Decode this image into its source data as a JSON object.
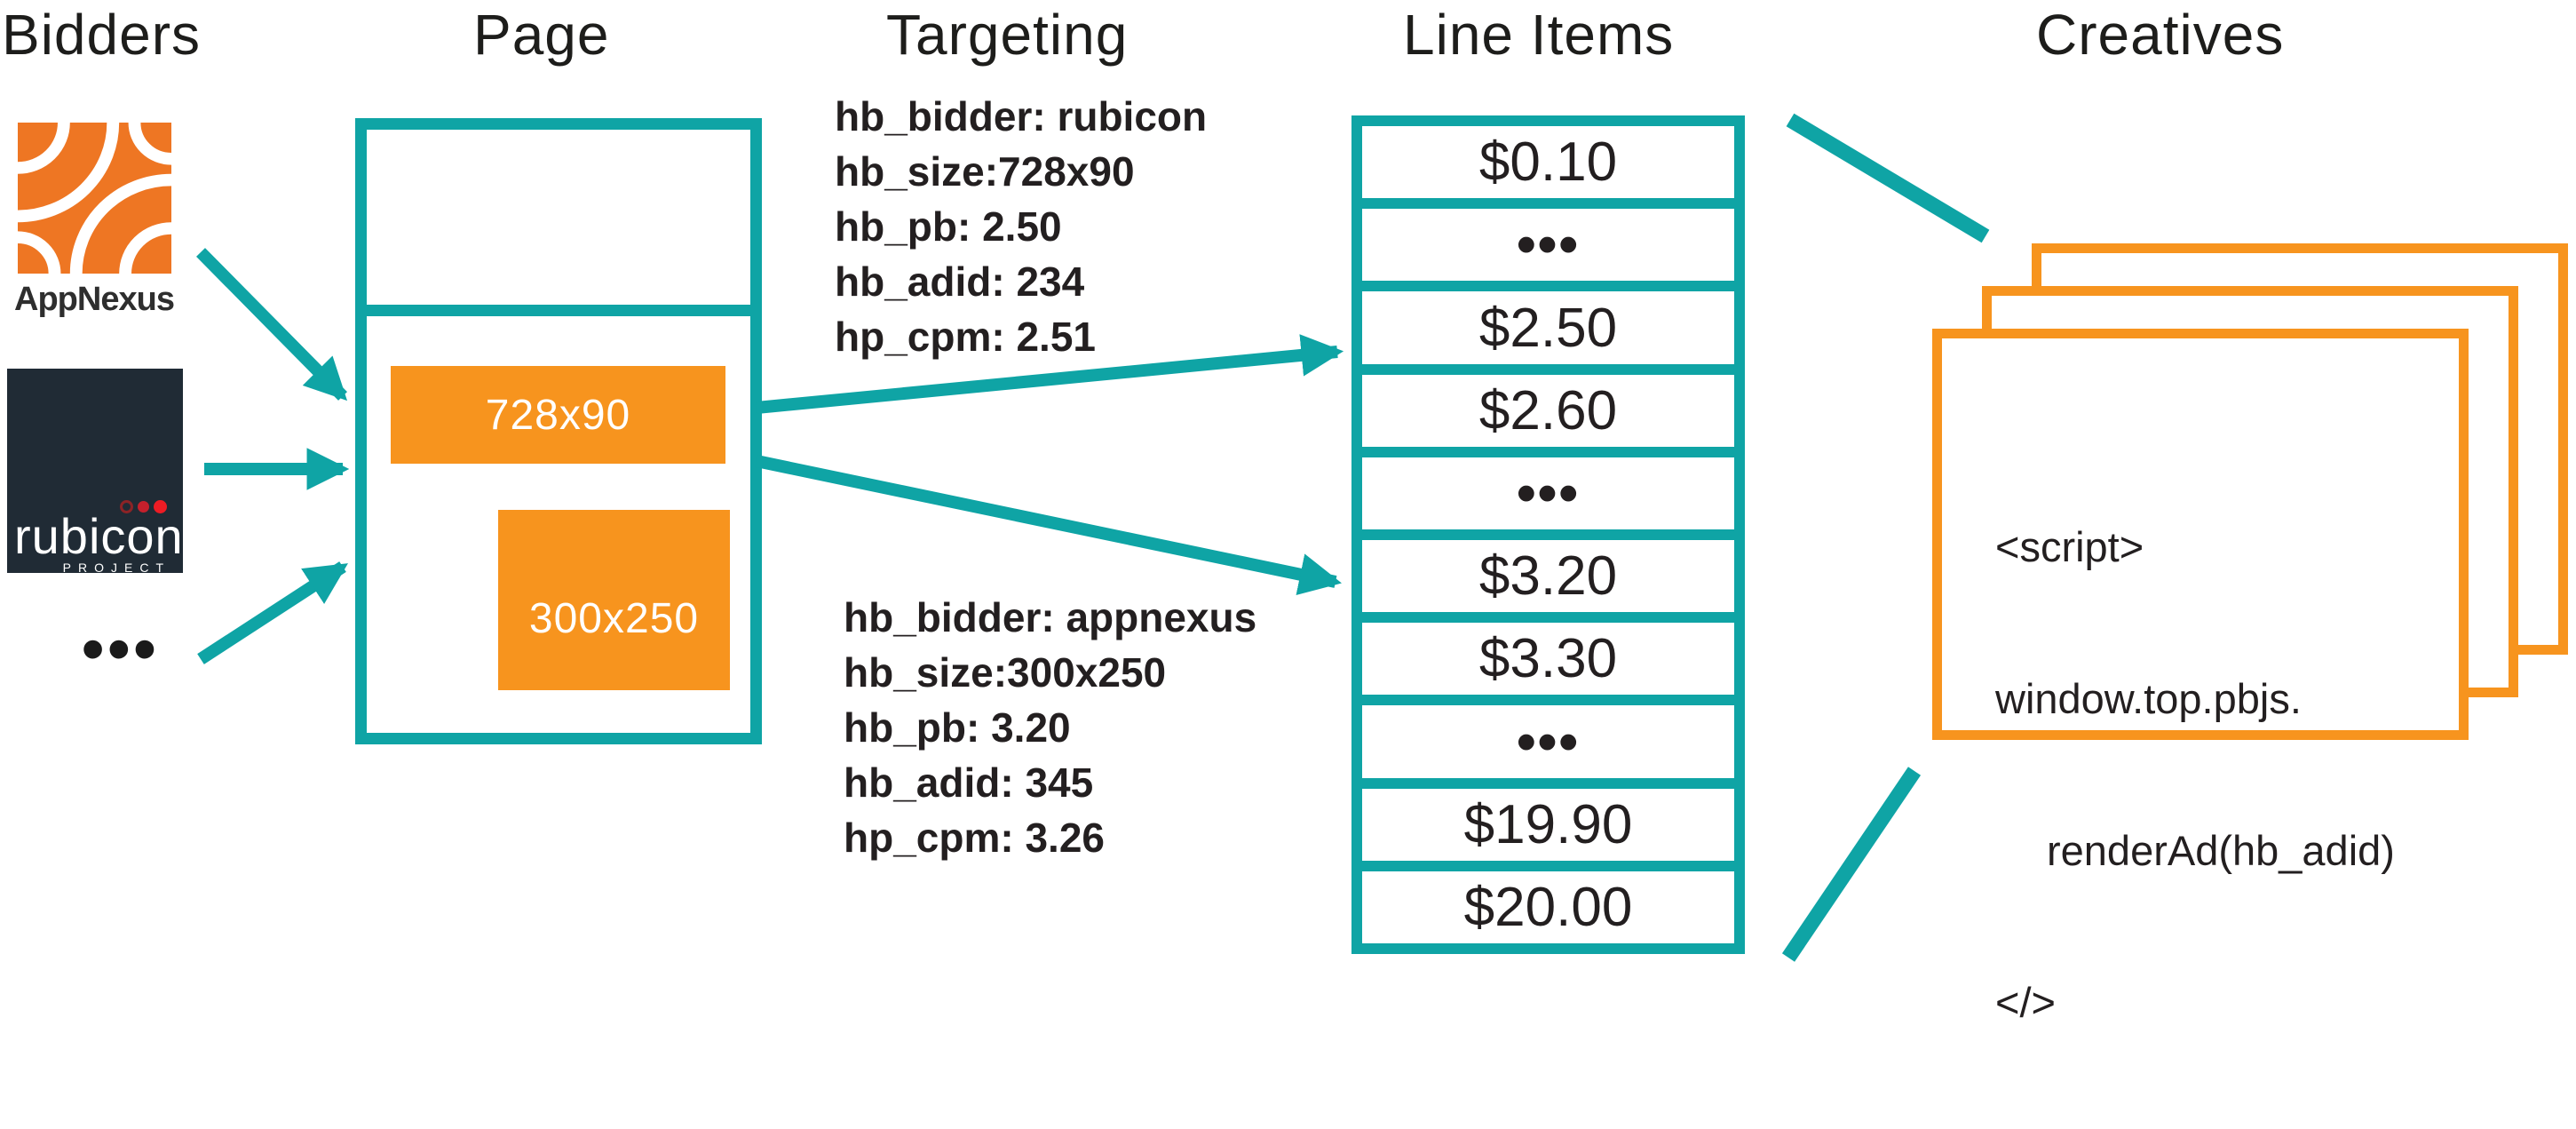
{
  "palette": {
    "teal": "#0FA4A5",
    "orange": "#F7941E",
    "appnexus_orange": "#EE7623",
    "rubicon_bg": "#202B35",
    "text_dark": "#231F20"
  },
  "headings": {
    "bidders": "Bidders",
    "page": "Page",
    "targeting": "Targeting",
    "line_items": "Line Items",
    "creatives": "Creatives"
  },
  "bidders": {
    "appnexus_label": "AppNexus",
    "rubicon_wordmark": "rubicon",
    "rubicon_reg": "®",
    "rubicon_sub": "PROJECT",
    "ellipsis": "•••"
  },
  "page": {
    "slot1_label": "728x90",
    "slot2_label": "300x250"
  },
  "targeting": {
    "block1": {
      "lines": [
        "hb_bidder: rubicon",
        "hb_size:728x90",
        "hb_pb: 2.50",
        "hb_adid: 234",
        "hp_cpm: 2.51"
      ]
    },
    "block2": {
      "lines": [
        "hb_bidder: appnexus",
        "hb_size:300x250",
        "hb_pb: 3.20",
        "hb_adid: 345",
        "hp_cpm: 3.26"
      ]
    }
  },
  "line_items": {
    "rows": [
      "$0.10",
      "•••",
      "$2.50",
      "$2.60",
      "•••",
      "$3.20",
      "$3.30",
      "•••",
      "$19.90",
      "$20.00"
    ]
  },
  "creatives": {
    "script_lines": [
      "<script>",
      "window.top.pbjs.",
      "renderAd(hb_adid)",
      "</>"
    ]
  }
}
